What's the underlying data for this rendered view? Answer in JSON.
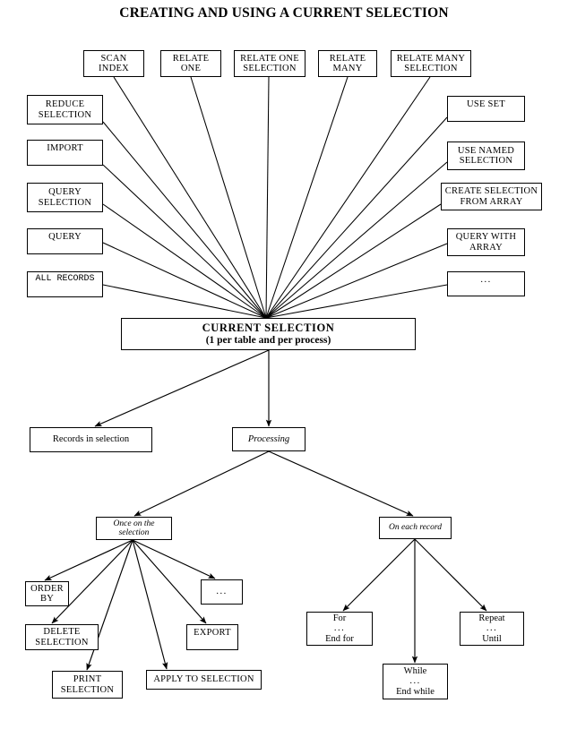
{
  "title": "CREATING AND USING A CURRENT SELECTION",
  "diagram": {
    "type": "flowchart",
    "source_nodes_top": [
      {
        "id": "scan-index",
        "lines": [
          "SCAN",
          "INDEX"
        ]
      },
      {
        "id": "relate-one",
        "lines": [
          "RELATE",
          "ONE"
        ]
      },
      {
        "id": "relate-one-selection",
        "lines": [
          "RELATE ONE",
          "SELECTION"
        ]
      },
      {
        "id": "relate-many",
        "lines": [
          "RELATE",
          "MANY"
        ]
      },
      {
        "id": "relate-many-selection",
        "lines": [
          "RELATE MANY",
          "SELECTION"
        ]
      }
    ],
    "source_nodes_left": [
      {
        "id": "reduce-selection",
        "lines": [
          "REDUCE",
          "SELECTION"
        ]
      },
      {
        "id": "import",
        "lines": [
          "IMPORT"
        ]
      },
      {
        "id": "query-selection",
        "lines": [
          "QUERY",
          "SELECTION"
        ]
      },
      {
        "id": "query",
        "lines": [
          "QUERY"
        ]
      },
      {
        "id": "all-records",
        "lines": [
          "ALL RECORDS"
        ]
      }
    ],
    "source_nodes_right": [
      {
        "id": "use-set",
        "lines": [
          "USE SET"
        ]
      },
      {
        "id": "use-named-selection",
        "lines": [
          "USE NAMED",
          "SELECTION"
        ]
      },
      {
        "id": "create-selection-array",
        "lines": [
          "CREATE SELECTION",
          "FROM  ARRAY"
        ]
      },
      {
        "id": "query-with-array",
        "lines": [
          "QUERY WITH",
          "ARRAY"
        ]
      },
      {
        "id": "etc-right",
        "lines": [
          "..."
        ]
      }
    ],
    "center_node": {
      "id": "current-selection",
      "lines": [
        "CURRENT SELECTION",
        "(1 per table and per process)"
      ]
    },
    "level2_nodes": [
      {
        "id": "records-in-selection",
        "lines": [
          "Records in selection"
        ]
      },
      {
        "id": "processing",
        "lines": [
          "Processing"
        ]
      }
    ],
    "level3_nodes": [
      {
        "id": "once-on-the-selection",
        "lines": [
          "Once on the",
          "selection"
        ]
      },
      {
        "id": "on-each-record",
        "lines": [
          "On each record"
        ]
      }
    ],
    "once_children": [
      {
        "id": "order-by",
        "lines": [
          "ORDER",
          "BY"
        ]
      },
      {
        "id": "delete-selection",
        "lines": [
          "DELETE",
          "SELECTION"
        ]
      },
      {
        "id": "print-selection",
        "lines": [
          "PRINT",
          "SELECTION"
        ]
      },
      {
        "id": "apply-to-selection",
        "lines": [
          "APPLY TO SELECTION"
        ]
      },
      {
        "id": "export",
        "lines": [
          "EXPORT"
        ]
      },
      {
        "id": "etc-once",
        "lines": [
          "..."
        ]
      }
    ],
    "each_record_children": [
      {
        "id": "for-loop",
        "lines": [
          "For",
          "...",
          "End for"
        ]
      },
      {
        "id": "while-loop",
        "lines": [
          "While",
          "...",
          "End while"
        ]
      },
      {
        "id": "repeat-loop",
        "lines": [
          "Repeat",
          "...",
          "Until"
        ]
      }
    ],
    "colors": {
      "stroke": "#000000",
      "fill": "#ffffff",
      "text": "#000000"
    }
  }
}
